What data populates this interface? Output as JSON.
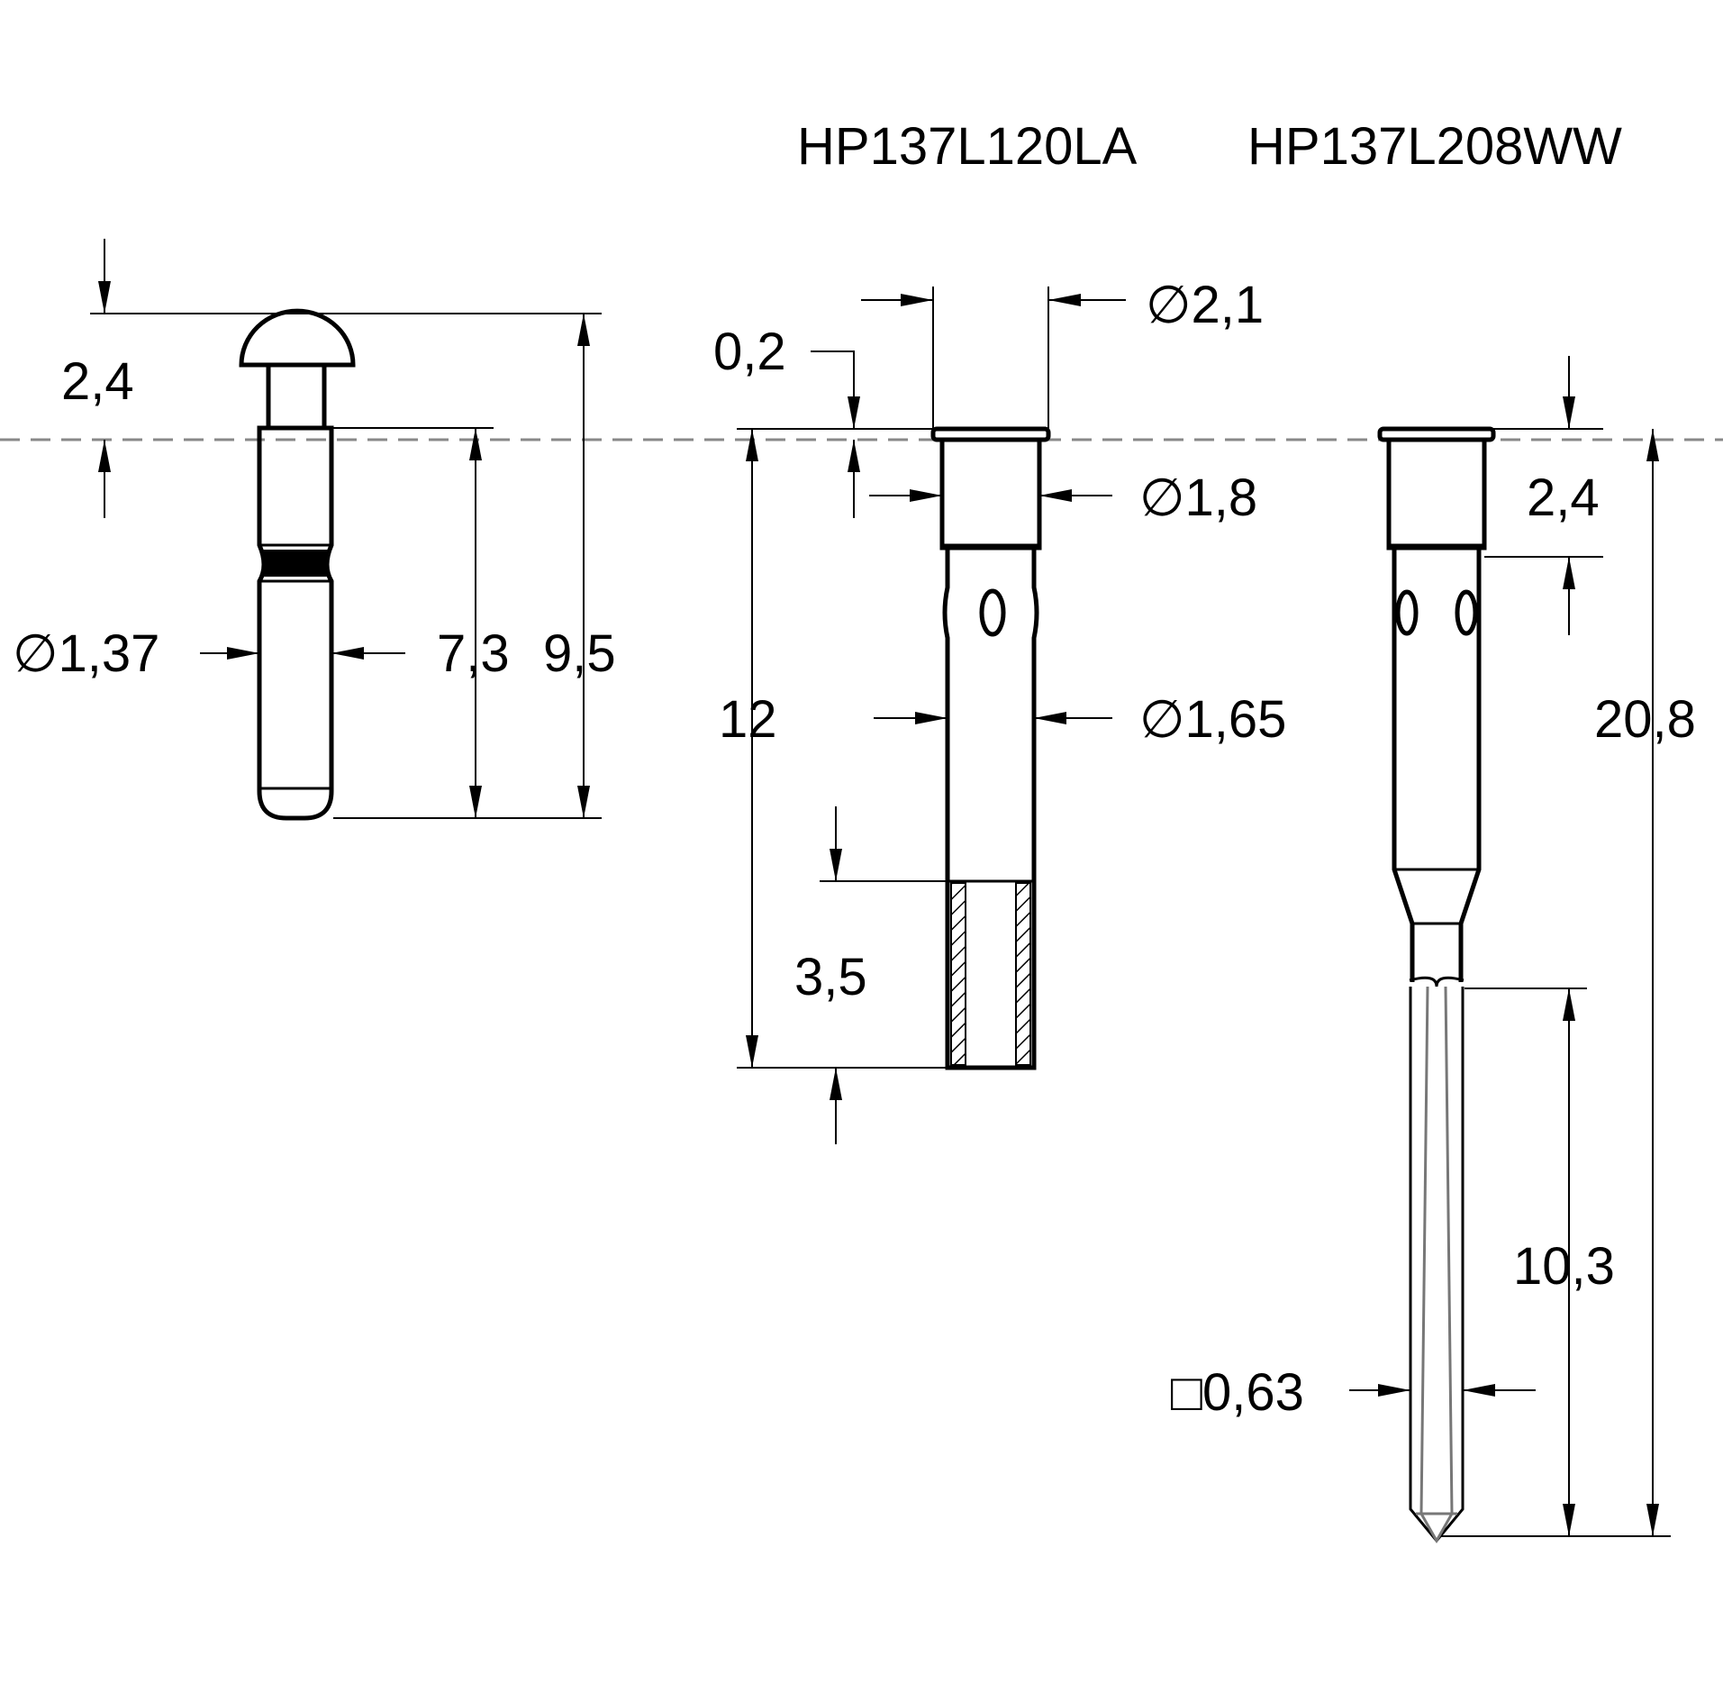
{
  "titles": {
    "left_part": "HP137L120LA",
    "right_part": "HP137L208WW"
  },
  "plunger": {
    "head_height": "2,4",
    "diameter": "∅1,37",
    "length_short": "7,3",
    "length_total": "9,5"
  },
  "barrel": {
    "flange_thickness": "0,2",
    "flange_diameter": "∅2,1",
    "upper_diameter": "∅1,8",
    "lower_diameter": "∅1,65",
    "length": "12",
    "tail_length": "3,5"
  },
  "receptacle": {
    "collar_height": "2,4",
    "length_total": "20,8",
    "pin_length": "10,3",
    "pin_square": "□0,63"
  }
}
